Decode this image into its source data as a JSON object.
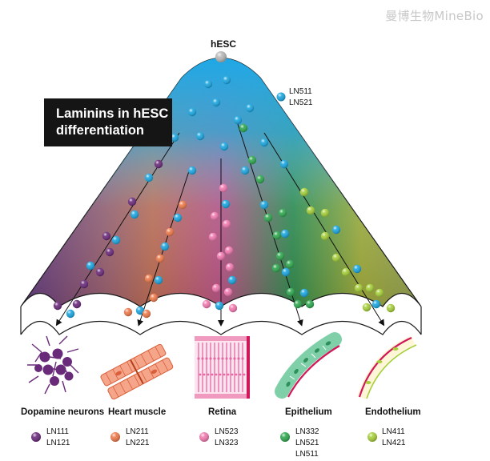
{
  "watermark": "曼博生物MineBio",
  "title": {
    "line1": "Laminins in hESC",
    "line2": "differentiation"
  },
  "root": {
    "label": "hESC"
  },
  "stem_legend": {
    "color": "#1aa6e0",
    "items": [
      "LN511",
      "LN521"
    ]
  },
  "lineages": [
    {
      "name": "Dopamine neurons",
      "color": "#6a2a7a",
      "icon": "neuron-cluster-icon",
      "laminins": [
        "LN111",
        "LN121"
      ]
    },
    {
      "name": "Heart muscle",
      "color": "#ee7a4a",
      "icon": "cardiomyocyte-icon",
      "laminins": [
        "LN211",
        "LN221"
      ]
    },
    {
      "name": "Retina",
      "color": "#f27ab0",
      "icon": "retina-layers-icon",
      "laminins": [
        "LN523",
        "LN323"
      ]
    },
    {
      "name": "Epithelium",
      "color": "#2fa84f",
      "icon": "epithelial-sheet-icon",
      "laminins": [
        "LN332",
        "LN521",
        "LN511"
      ]
    },
    {
      "name": "Endothelium",
      "color": "#a6cf3a",
      "icon": "vessel-wall-icon",
      "laminins": [
        "LN411",
        "LN421"
      ]
    }
  ]
}
